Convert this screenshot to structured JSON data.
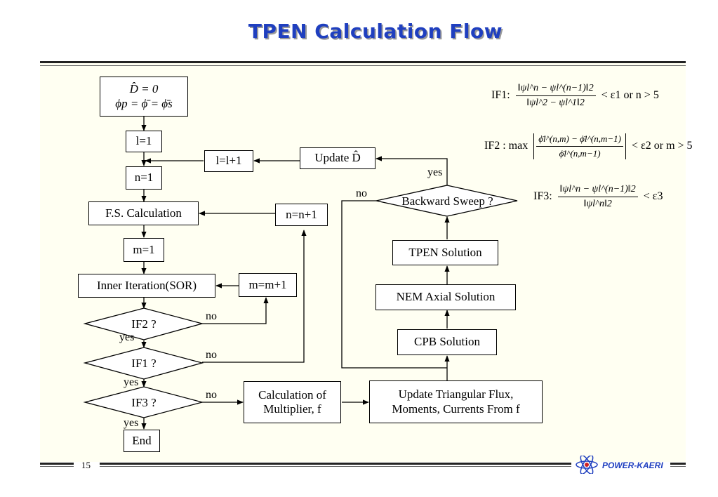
{
  "slide": {
    "title": "TPEN Calculation Flow",
    "page_number": "15",
    "brand": "POWER-KAERI"
  },
  "flow": {
    "init_line1": "D̂ = 0",
    "init_line2": "ϕp = ϕ̄ = ϕ̄s",
    "l1": "l=1",
    "l_inc": "l=l+1",
    "update_d": "Update D̂",
    "n1": "n=1",
    "fs": "F.S. Calculation",
    "n_inc": "n=n+1",
    "m1": "m=1",
    "inner": "Inner Iteration(SOR)",
    "m_inc": "m=m+1",
    "if2": "IF2 ?",
    "if1": "IF1 ?",
    "if3": "IF3 ?",
    "end": "End",
    "calc_mult": "Calculation of Multiplier, f",
    "update_tri": "Update Triangular Flux, Moments, Currents From f",
    "cpb": "CPB Solution",
    "nem": "NEM Axial Solution",
    "tpen": "TPEN Solution",
    "backward": "Backward Sweep ?",
    "no": "no",
    "yes": "yes"
  },
  "conditions": {
    "if1_label": "IF1:",
    "if1_rhs": "< ε1 or n > 5",
    "if1_num": "‖ψl^n − ψl^(n−1)‖2",
    "if1_den": "‖ψl^2 − ψl^1‖2",
    "if2_label": "IF2 : max",
    "if2_rhs": "< ε2 or m > 5",
    "if2_num": "ϕ̄l^(n,m) − ϕ̄l^(n,m−1)",
    "if2_den": "ϕ̄l^(n,m−1)",
    "if3_label": "IF3:",
    "if3_rhs": "< ε3",
    "if3_num": "‖ψl^n − ψl^(n−1)‖2",
    "if3_den": "‖ψl^n‖2"
  }
}
